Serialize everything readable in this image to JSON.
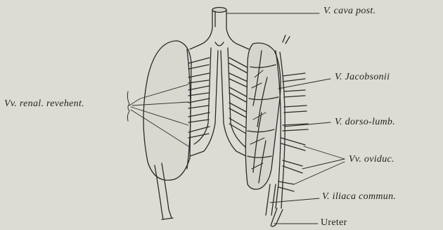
{
  "labels": {
    "cava_post": "V. cava post.",
    "jacobsonii": "V. Jacobsonii",
    "renal_revehent": "Vv. renal. revehent.",
    "dorso_lumb": "V. dorso-lumb.",
    "oviduc": "Vv. oviduc.",
    "iliaca_commun": "V. iliaca commun.",
    "ureter": "Ureter"
  },
  "colors": {
    "paper": "#dddcd4",
    "ink": "#2a2a2a",
    "kidney_fill": "#d8d7cf"
  }
}
